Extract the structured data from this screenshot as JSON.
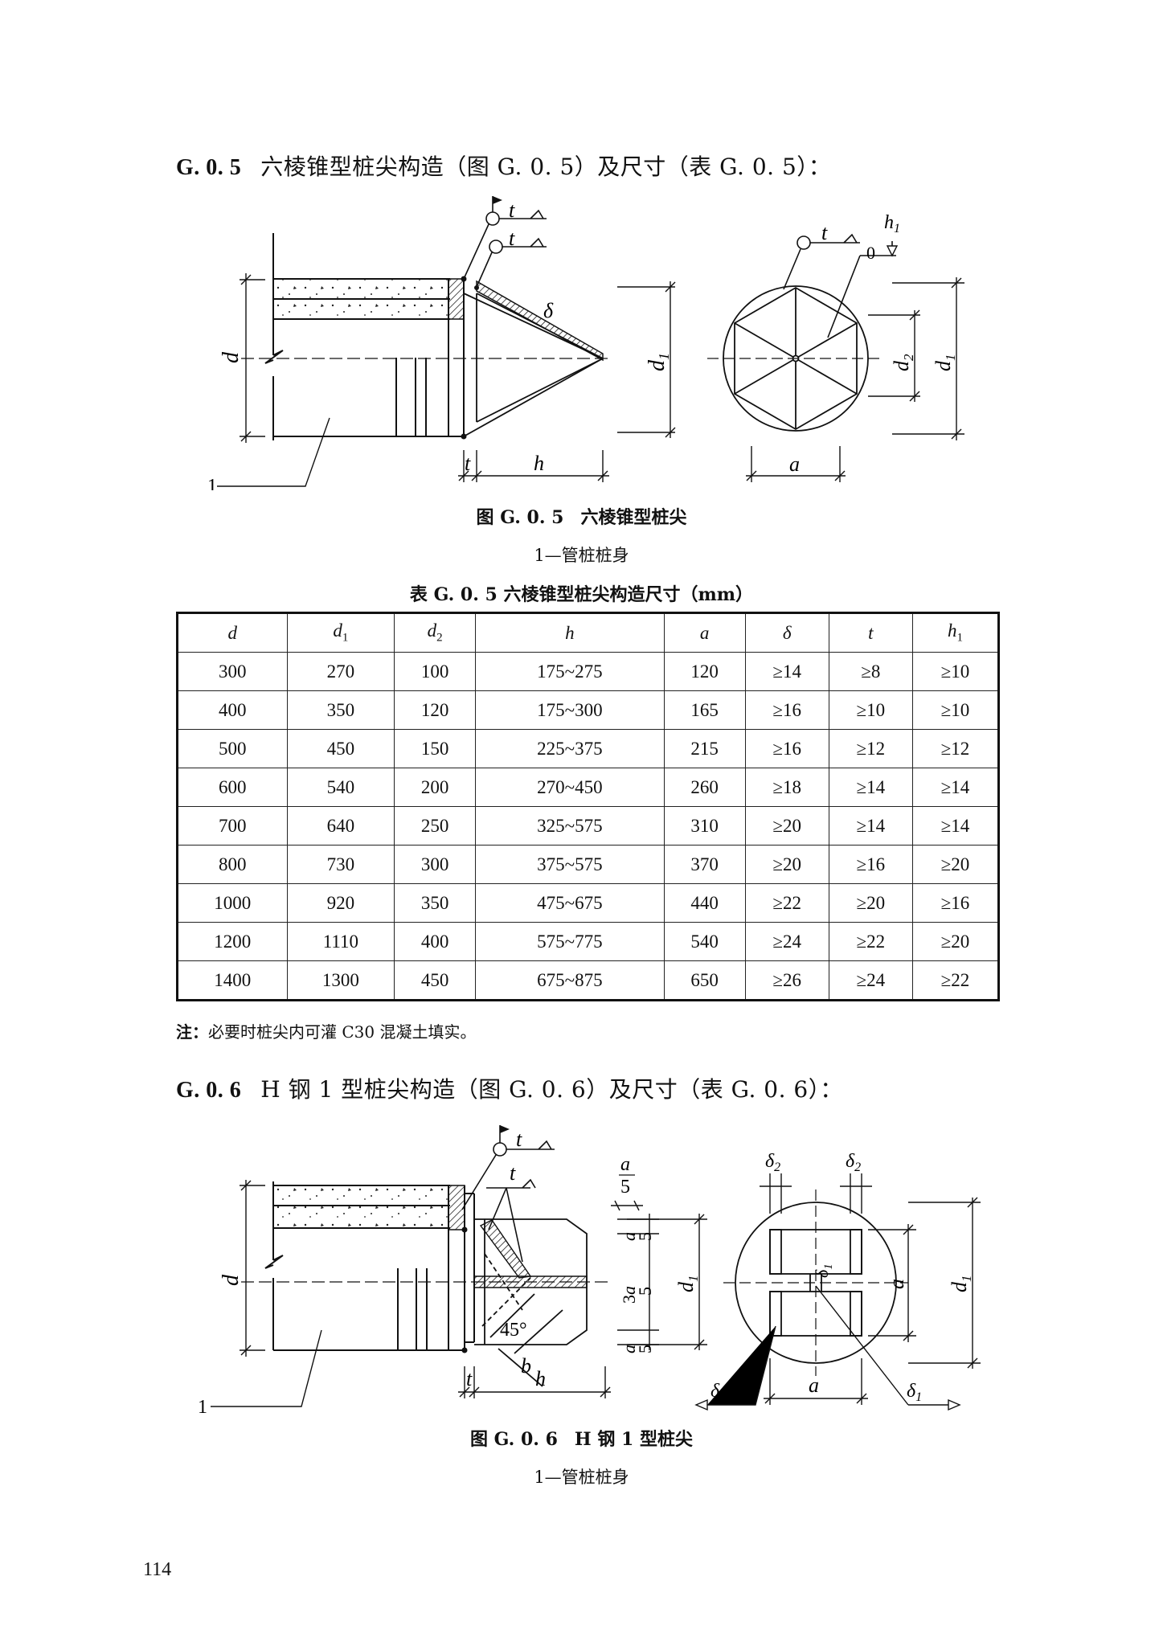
{
  "section1": {
    "num": "G. 0. 5",
    "text": "六棱锥型桩尖构造（图 G. 0. 5）及尺寸（表 G. 0. 5）："
  },
  "figure1": {
    "caption_num": "图 G. 0. 5",
    "caption_title": "六棱锥型桩尖",
    "legend": "1—管桩桩身",
    "labels": {
      "t": "t",
      "delta": "δ",
      "d": "d",
      "d1": "d",
      "sub1": "1",
      "d2": "d",
      "sub2": "2",
      "h": "h",
      "a": "a",
      "h1": "h",
      "zero": "0",
      "item": "1"
    }
  },
  "table1": {
    "title": "表 G. 0. 5   六棱锥型桩尖构造尺寸（mm）",
    "headers": [
      "d",
      "d1",
      "d2",
      "h",
      "a",
      "δ",
      "t",
      "h1"
    ],
    "rows": [
      [
        "300",
        "270",
        "100",
        "175~275",
        "120",
        "≥14",
        "≥8",
        "≥10"
      ],
      [
        "400",
        "350",
        "120",
        "175~300",
        "165",
        "≥16",
        "≥10",
        "≥10"
      ],
      [
        "500",
        "450",
        "150",
        "225~375",
        "215",
        "≥16",
        "≥12",
        "≥12"
      ],
      [
        "600",
        "540",
        "200",
        "270~450",
        "260",
        "≥18",
        "≥14",
        "≥14"
      ],
      [
        "700",
        "640",
        "250",
        "325~575",
        "310",
        "≥20",
        "≥14",
        "≥14"
      ],
      [
        "800",
        "730",
        "300",
        "375~575",
        "370",
        "≥20",
        "≥16",
        "≥20"
      ],
      [
        "1000",
        "920",
        "350",
        "475~675",
        "440",
        "≥22",
        "≥20",
        "≥16"
      ],
      [
        "1200",
        "1110",
        "400",
        "575~775",
        "540",
        "≥24",
        "≥22",
        "≥20"
      ],
      [
        "1400",
        "1300",
        "450",
        "675~875",
        "650",
        "≥26",
        "≥24",
        "≥22"
      ]
    ],
    "note_label": "注：",
    "note": "必要时桩尖内可灌 C30 混凝土填实。"
  },
  "section2": {
    "num": "G. 0. 6",
    "text": "H 钢 1 型桩尖构造（图 G. 0. 6）及尺寸（表 G. 0. 6）："
  },
  "figure2": {
    "caption_num": "图 G. 0. 6",
    "caption_title": "H 钢 1 型桩尖",
    "legend": "1—管桩桩身",
    "labels": {
      "t": "t",
      "a": "a",
      "five": "5",
      "three": "3",
      "d": "d",
      "d1": "d",
      "sub1": "1",
      "delta": "δ",
      "sub2": "2",
      "b": "b",
      "angle": "45°",
      "h": "h",
      "item": "1"
    }
  },
  "page_number": "114"
}
